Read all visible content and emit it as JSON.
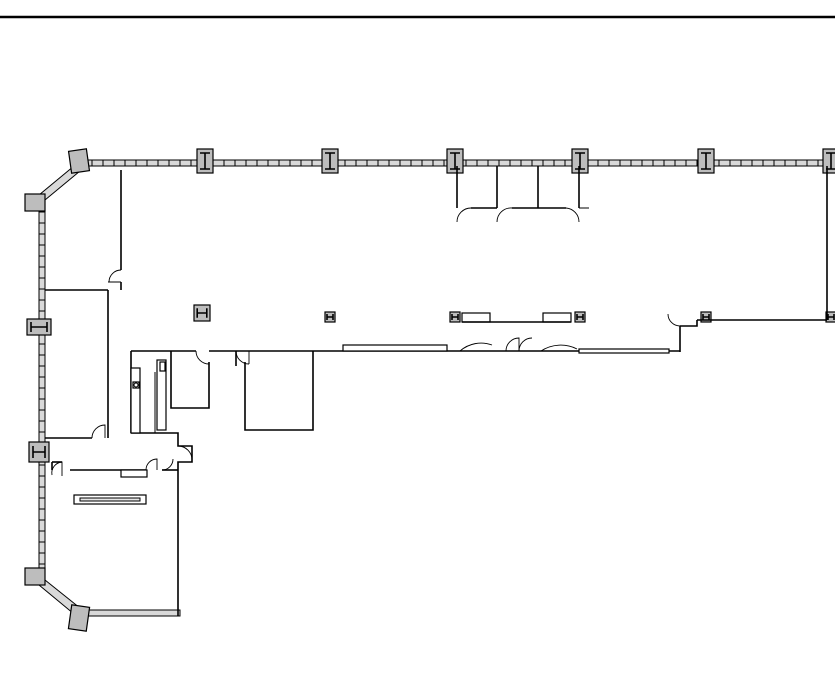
{
  "drawing": {
    "type": "architectural floor plan",
    "line_color": "#000000",
    "background": "#ffffff",
    "column_fill": "#bdbdbd",
    "glazing_fill": "#d9d9d9",
    "column_symbols": {
      "large": "I",
      "small": "H"
    }
  }
}
